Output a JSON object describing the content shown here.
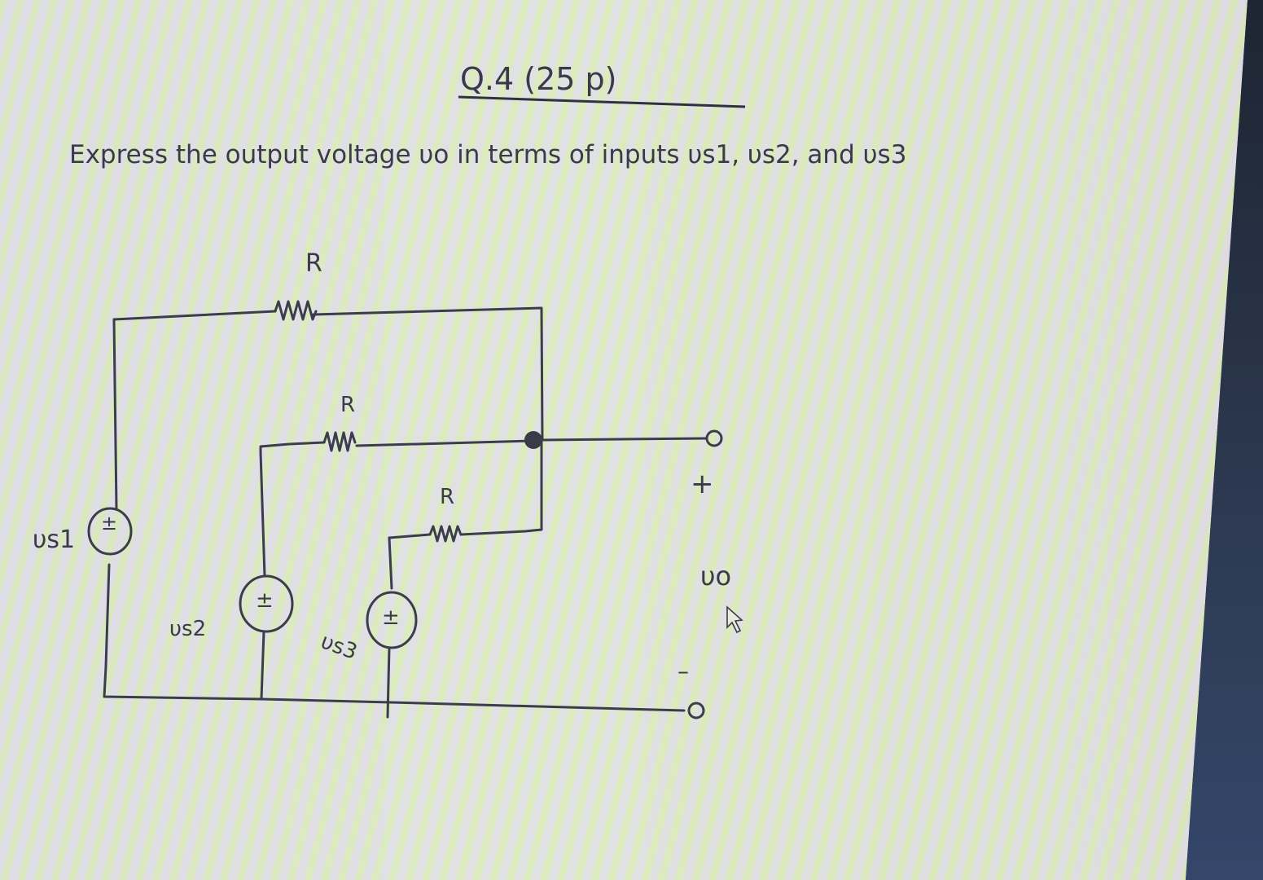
{
  "question": {
    "title": "Q.4  (25 p)",
    "prompt": "Express the output voltage υo in terms of inputs υs1, υs2, and υs3"
  },
  "circuit": {
    "resistors": [
      {
        "id": "R1",
        "label": "R"
      },
      {
        "id": "R2",
        "label": "R"
      },
      {
        "id": "R3",
        "label": "R"
      }
    ],
    "sources": [
      {
        "id": "vs1",
        "label": "υs1",
        "polarity": "±"
      },
      {
        "id": "vs2",
        "label": "υs2",
        "polarity": "±"
      },
      {
        "id": "vs3",
        "label": "υs3",
        "polarity": "±"
      }
    ],
    "output": {
      "label": "υo",
      "plus": "+",
      "minus": "–"
    }
  },
  "colors": {
    "ink": "#3b3d4d",
    "bezel": "#2b3445"
  }
}
